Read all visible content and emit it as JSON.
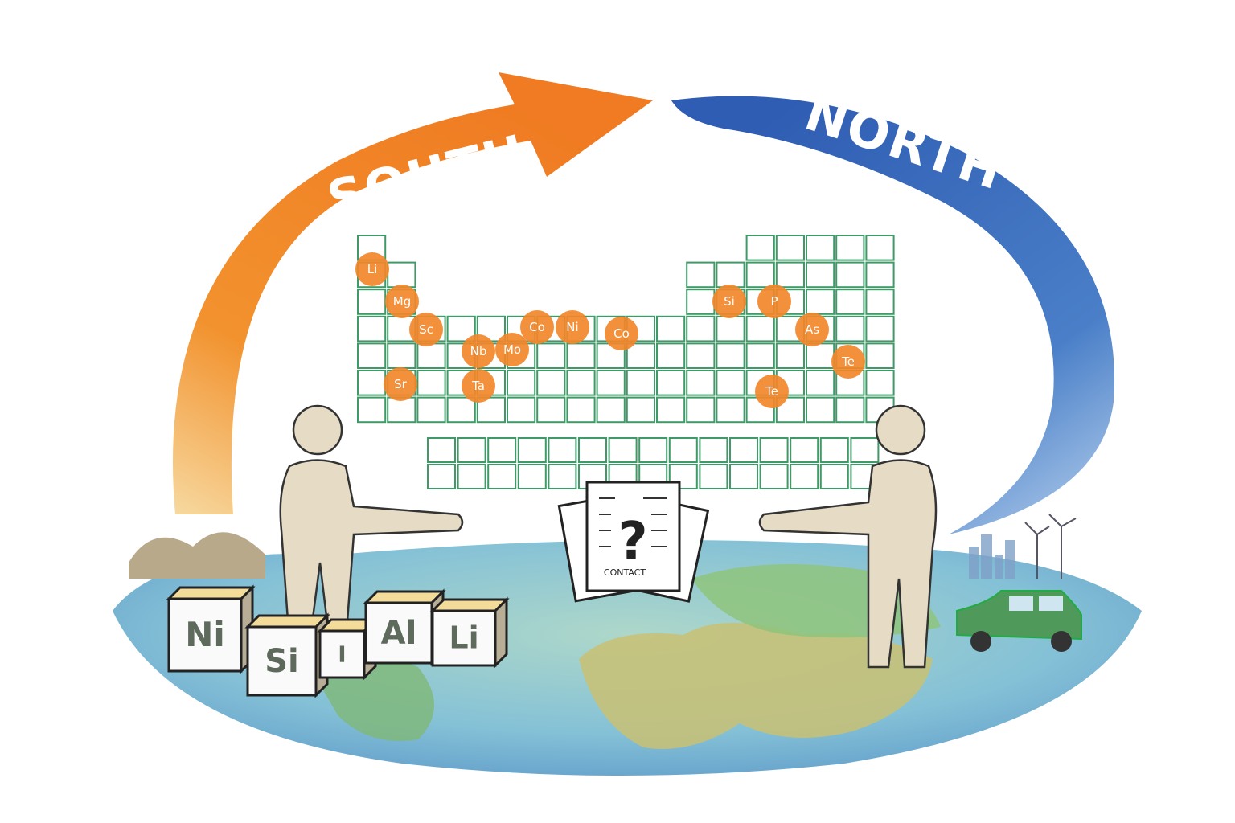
{
  "arrows": {
    "south_label": "SOUTH",
    "north_label": "NORTH",
    "south_color": "#f28a2e",
    "north_color": "#3f6fbf"
  },
  "periodic_table": {
    "cell_color": "#3f9a68",
    "highlight_color": "#f2872b",
    "highlighted_elements": [
      "Li",
      "Mg",
      "Sc",
      "Co",
      "Ni",
      "Co",
      "Nb",
      "Mo",
      "Sr",
      "Ta",
      "Si",
      "P",
      "As",
      "Te",
      "Te"
    ]
  },
  "contract": {
    "mark": "?",
    "label": "CONTACT"
  },
  "element_blocks": [
    "Ni",
    "Si",
    "I",
    "Al",
    "Li"
  ],
  "scene": {
    "left_figure": "person-south",
    "right_figure": "person-north",
    "car_color": "#4f9a5a",
    "icons": [
      "mountain-icon",
      "city-skyline-icon",
      "wind-turbine-icon",
      "car-icon",
      "globe-map-icon"
    ]
  }
}
